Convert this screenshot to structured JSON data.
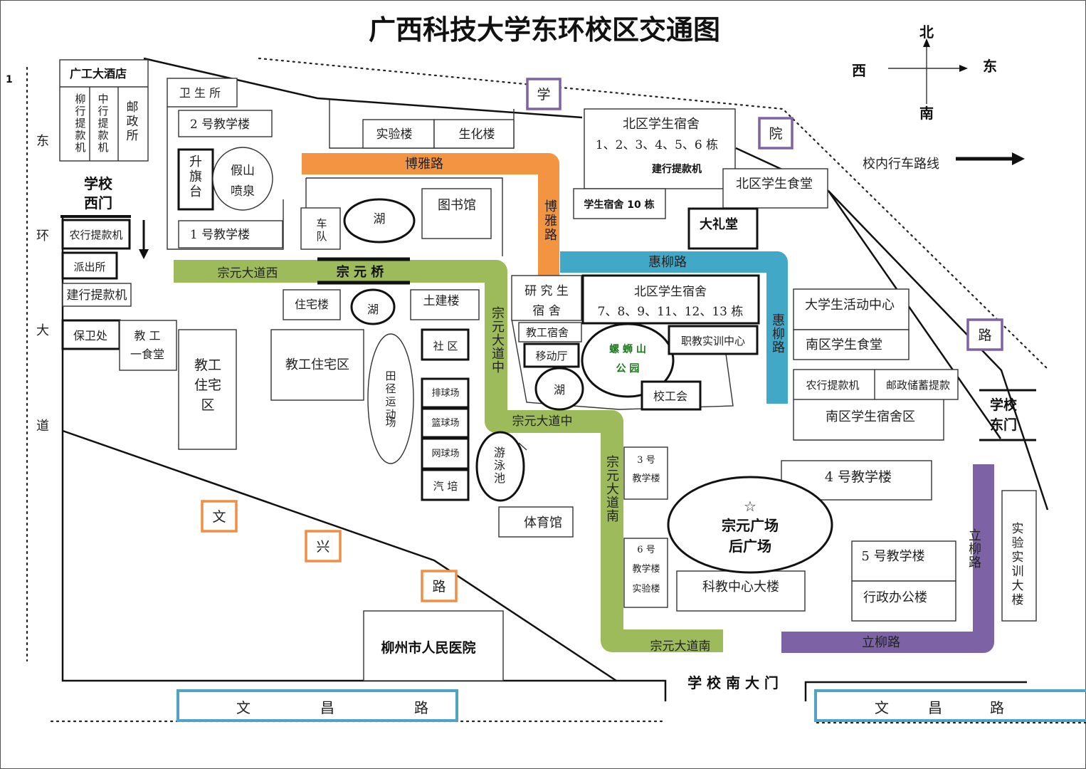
{
  "title": "广西科技大学东环校区交通图",
  "compass": {
    "north": "北",
    "south": "南",
    "east": "东",
    "west": "西"
  },
  "legend": {
    "route_label": "校内行车路线"
  },
  "margin_mark": "1",
  "colors": {
    "boya_road": "#f39443",
    "zongyuan_avenue": "#9dbb5b",
    "huiliu_road": "#42a8c8",
    "liliu_road": "#7d63a6",
    "orange_box": "#ef8f45",
    "purple_box": "#7d63a6",
    "wenchang_box": "#4fa4c0"
  },
  "roads": {
    "boya_h": "博雅路",
    "boya_v": "博雅路",
    "zongyuan_west": "宗元大道西",
    "zongyuan_middle_v": "宗元大道中",
    "zongyuan_middle_h": "宗元大道中",
    "zongyuan_south_v": "宗元大道南",
    "zongyuan_south_h": "宗元大道南",
    "huiliu_h": "惠柳路",
    "huiliu_v": "惠柳路",
    "liliu_v": "立柳路",
    "liliu_h": "立柳路",
    "dongh_avenue": [
      "东",
      "环",
      "大",
      "道"
    ],
    "wenchang_left": [
      "文",
      "昌",
      "路"
    ],
    "wenchang_right": [
      "文",
      "昌",
      "路"
    ],
    "wenxing": [
      "文",
      "兴",
      "路"
    ],
    "xueyuan": [
      "学",
      "院",
      "路"
    ]
  },
  "gates": {
    "west_gate": [
      "学校",
      "西门"
    ],
    "east_gate": [
      "学校",
      "东门"
    ],
    "south_gate": "学 校 南 大 门"
  },
  "buildings": {
    "hotel": "广工大酒店",
    "liuhang_atm": [
      "柳",
      "行",
      "提",
      "款",
      "机"
    ],
    "zhonghang_atm": [
      "中",
      "行",
      "提",
      "款",
      "机"
    ],
    "post_office": [
      "邮",
      "政",
      "所"
    ],
    "clinic": "卫 生 所",
    "teach2": "2 号教学楼",
    "flag": [
      "升",
      "旗",
      "台"
    ],
    "rockery": [
      "假山",
      "喷泉"
    ],
    "teach1": "1 号教学楼",
    "lab": "实验楼",
    "biochem": "生化楼",
    "north_dorm": [
      "北区学生宿舍",
      "1、2、3、4、5、6 栋"
    ],
    "ccb_atm_north": "建行提款机",
    "dorm10": "学生宿舍 10 栋",
    "north_canteen": "北区学生食堂",
    "auditorium": "大礼堂",
    "motor_pool": [
      "车",
      "队"
    ],
    "lake1": "湖",
    "library": "图书馆",
    "bridge": "宗 元 桥",
    "abc_atm": "农行提款机",
    "police": "派出所",
    "ccb_atm_west": "建行提款机",
    "security": "保卫处",
    "canteen1": [
      "教 工",
      "一食堂"
    ],
    "staff_housing_left": [
      "教工",
      "住宅",
      "区"
    ],
    "residence": "住宅楼",
    "lake2": "湖",
    "civil": "土建楼",
    "staff_housing": "教工住宅区",
    "track": [
      "田",
      "径",
      "运",
      "动",
      "场"
    ],
    "community": "社 区",
    "volleyball": "排球场",
    "basketball": "篮球场",
    "tennis": "网球场",
    "driving": "汽 培",
    "pool": [
      "游",
      "泳",
      "池"
    ],
    "gym": "体育馆",
    "grad_dorm": [
      "研 究 生",
      "宿      舍"
    ],
    "staff_dorm": "教工宿舍",
    "mobile_hall": "移动厅",
    "lake3": "湖",
    "park": [
      "螺  蛳  山",
      "公  园"
    ],
    "north_dorm2": [
      "北区学生宿舍",
      "7、8、9、11、12、13 栋"
    ],
    "vocational": "职教实训中心",
    "union": "校工会",
    "activity_center": "大学生活动中心",
    "south_canteen": "南区学生食堂",
    "abc_atm_south": "农行提款机",
    "postal_atm": "邮政储蓄提款",
    "south_dorm": "南区学生宿舍区",
    "teach3": [
      "3 号",
      "教学楼"
    ],
    "teach6": [
      "6 号",
      "教学楼",
      "实验楼"
    ],
    "teach4": "4 号教学楼",
    "plaza": [
      "☆",
      "宗元广场",
      "后广场"
    ],
    "teach5": "5 号教学楼",
    "admin": "行政办公楼",
    "sci_center": "科教中心大楼",
    "training": [
      "实",
      "验",
      "实",
      "训",
      "大",
      "楼"
    ],
    "hospital": "柳州市人民医院"
  }
}
